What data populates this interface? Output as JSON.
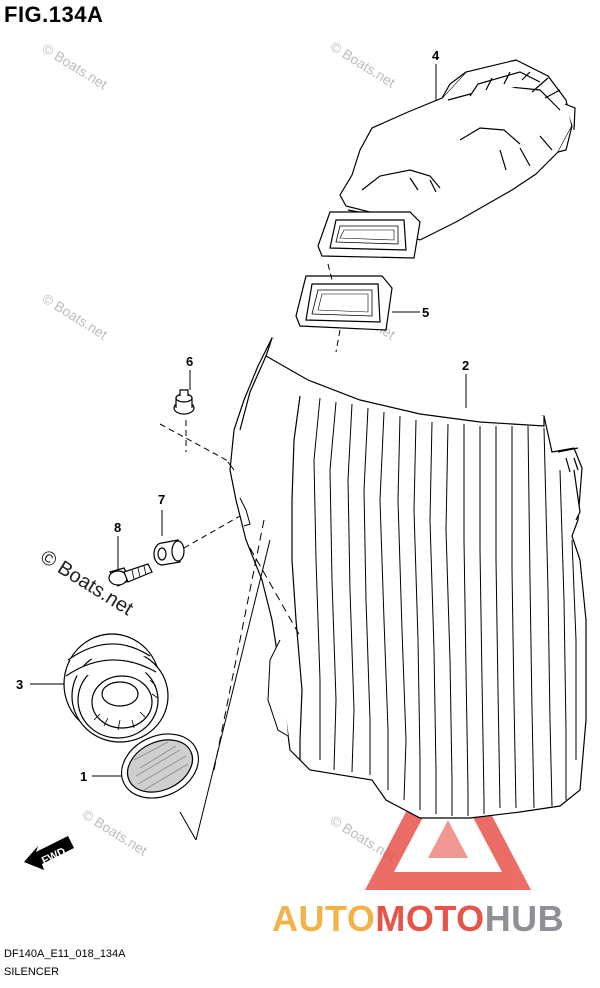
{
  "figure": {
    "title": "FIG.134A",
    "drawing_code": "DF140A_E11_018_134A",
    "section_name": "SILENCER"
  },
  "callouts": [
    {
      "id": "callout-1",
      "label": "1",
      "part": "silencer-screen"
    },
    {
      "id": "callout-2",
      "label": "2",
      "part": "silencer-case"
    },
    {
      "id": "callout-3",
      "label": "3",
      "part": "silencer-intake-ring"
    },
    {
      "id": "callout-4",
      "label": "4",
      "part": "silencer-duct"
    },
    {
      "id": "callout-5",
      "label": "5",
      "part": "duct-seal"
    },
    {
      "id": "callout-6",
      "label": "6",
      "part": "grommet"
    },
    {
      "id": "callout-7",
      "label": "7",
      "part": "grommet"
    },
    {
      "id": "callout-8",
      "label": "8",
      "part": "bolt"
    }
  ],
  "direction_marker": {
    "label": "FWD"
  },
  "watermark": {
    "text": "© Boats.net"
  },
  "branding": {
    "part1": "AUTO",
    "part2": "MOTO",
    "part3": "HUB",
    "colors": {
      "auto": "#f2b24a",
      "moto": "#e8534a",
      "hub": "#8e9095",
      "triangle": "#e8534a"
    }
  }
}
